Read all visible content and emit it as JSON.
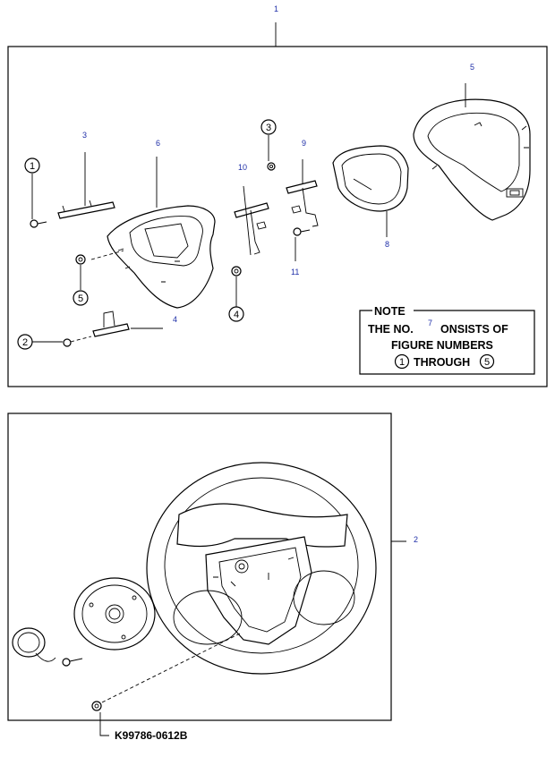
{
  "callouts": {
    "c1": "1",
    "c2": "2",
    "c3": "3",
    "c4": "4",
    "c5": "5",
    "c6": "6",
    "c7": "7",
    "c8": "8",
    "c9": "9",
    "c10": "10",
    "c11": "11"
  },
  "figure_numbers": {
    "f1": "1",
    "f2": "2",
    "f3": "3",
    "f4": "4",
    "f5": "5"
  },
  "note": {
    "title": "NOTE",
    "line1_left": "THE NO.",
    "line1_right": "ONSISTS OF",
    "line2": "FIGURE NUMBERS",
    "line3_through": "THROUGH",
    "from_num": "1",
    "to_num": "5"
  },
  "part_code": "K99786-0612B"
}
